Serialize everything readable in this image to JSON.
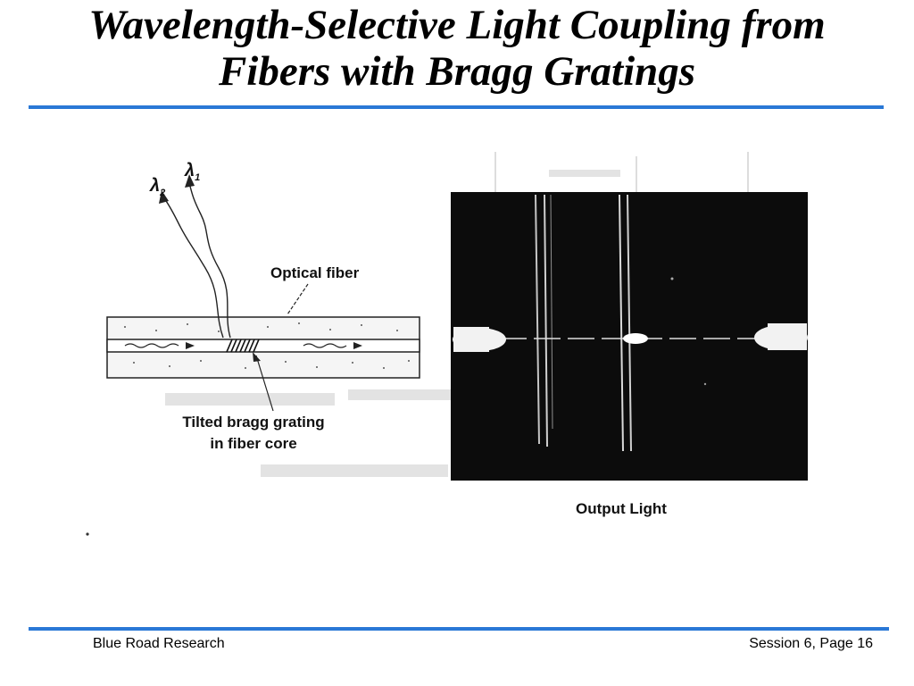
{
  "slide": {
    "title_line1": "Wavelength-Selective Light Coupling from",
    "title_line2": "Fibers with Bragg Gratings"
  },
  "diagram": {
    "lambda_2": "λ",
    "lambda_2_sub": "2",
    "lambda_1": "λ",
    "lambda_1_sub": "1",
    "optical_fiber_label": "Optical fiber",
    "grating_label_line1": "Tilted bragg grating",
    "grating_label_line2": "in fiber core",
    "output_label": "Output Light"
  },
  "footer": {
    "left": "Blue Road Research",
    "right": "Session 6, Page 16"
  },
  "colors": {
    "accent_rule": "#2a78d6",
    "photo_background": "#0c0c0c"
  }
}
